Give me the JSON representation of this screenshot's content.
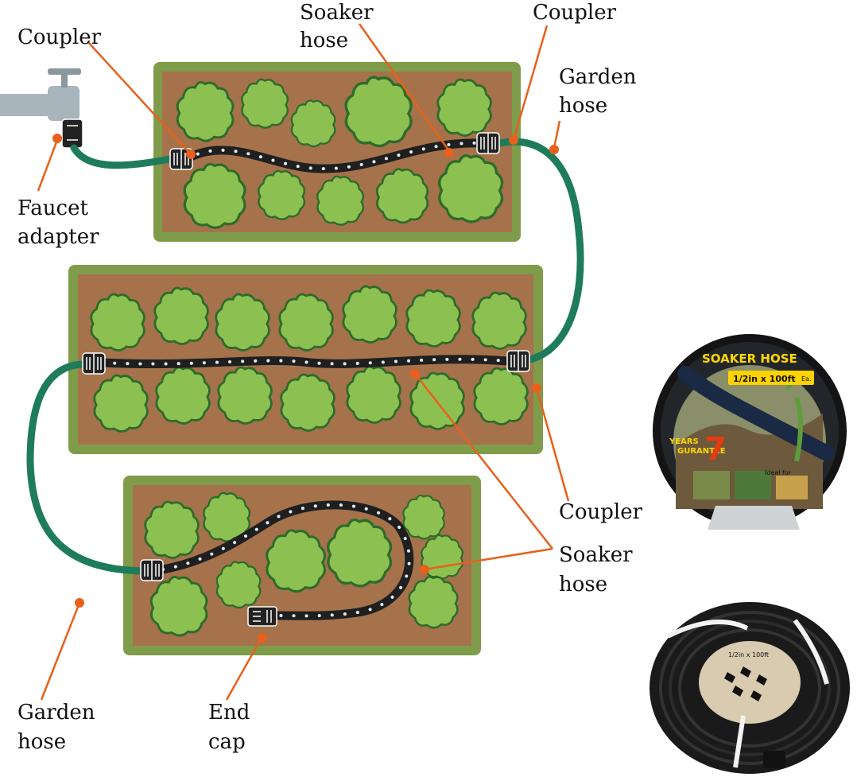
{
  "labels": {
    "coupler_top_left": "Coupler",
    "soaker_top_line1": "Soaker",
    "soaker_top_line2": "hose",
    "coupler_top_right": "Coupler",
    "garden_hose_right_line1": "Garden",
    "garden_hose_right_line2": "hose",
    "faucet_adapter_line1": "Faucet",
    "faucet_adapter_line2": "adapter",
    "coupler_middle_right": "Coupler",
    "soaker_bottom_line1": "Soaker",
    "soaker_bottom_line2": "hose",
    "garden_hose_left_line1": "Garden",
    "garden_hose_left_line2": "hose",
    "end_cap_line1": "End",
    "end_cap_line2": "cap"
  },
  "product": {
    "reel_title": "SOAKER HOSE",
    "reel_size": "1/2in x 100ft",
    "reel_size_suffix": "Ea.",
    "years_text": "YEARS",
    "guarantee_text": "GURANTEE",
    "guarantee_years": "7",
    "ideal_for": "Ideal for",
    "coil_size": "1/2in x 100ft"
  },
  "colors": {
    "soil": "#a5724b",
    "foliage_border": "#7f9c4a",
    "plant_fill": "#8cc152",
    "plant_stroke": "#2e6b2a",
    "garden_hose": "#1e7c5a",
    "soaker_hose": "#1f1f1f",
    "callout": "#e8601c",
    "text": "#111111"
  }
}
